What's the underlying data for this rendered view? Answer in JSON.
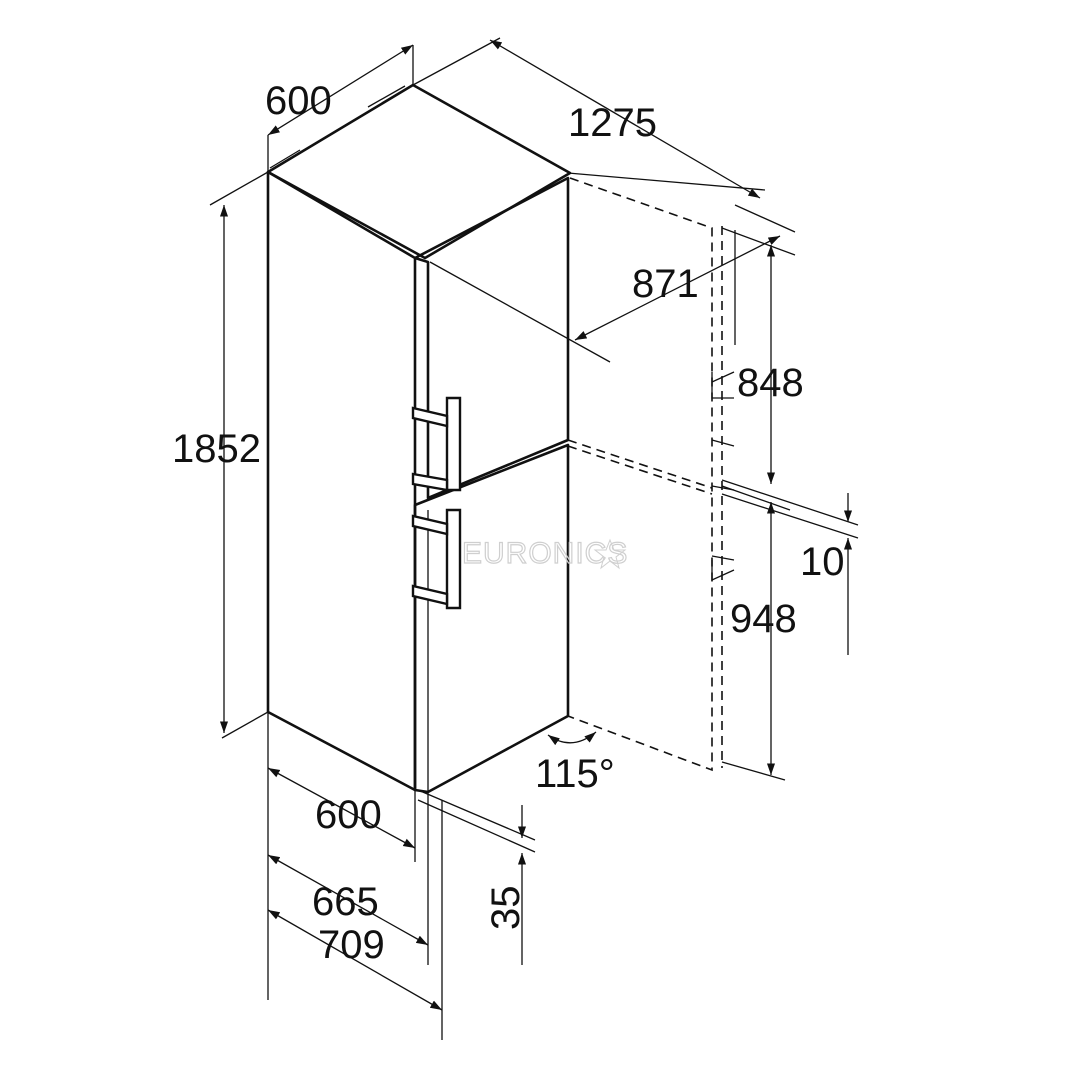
{
  "drawing": {
    "dimensions": {
      "top_width": "600",
      "door_open_depth": "1275",
      "door_swing_depth": "871",
      "total_height": "1852",
      "upper_door_height": "848",
      "gap": "10",
      "lower_door_height": "948",
      "opening_angle": "115°",
      "bottom_width": "600",
      "depth_without_handle": "665",
      "depth_with_handle": "709",
      "wall_distance": "35"
    },
    "watermark": "EURONICS"
  }
}
